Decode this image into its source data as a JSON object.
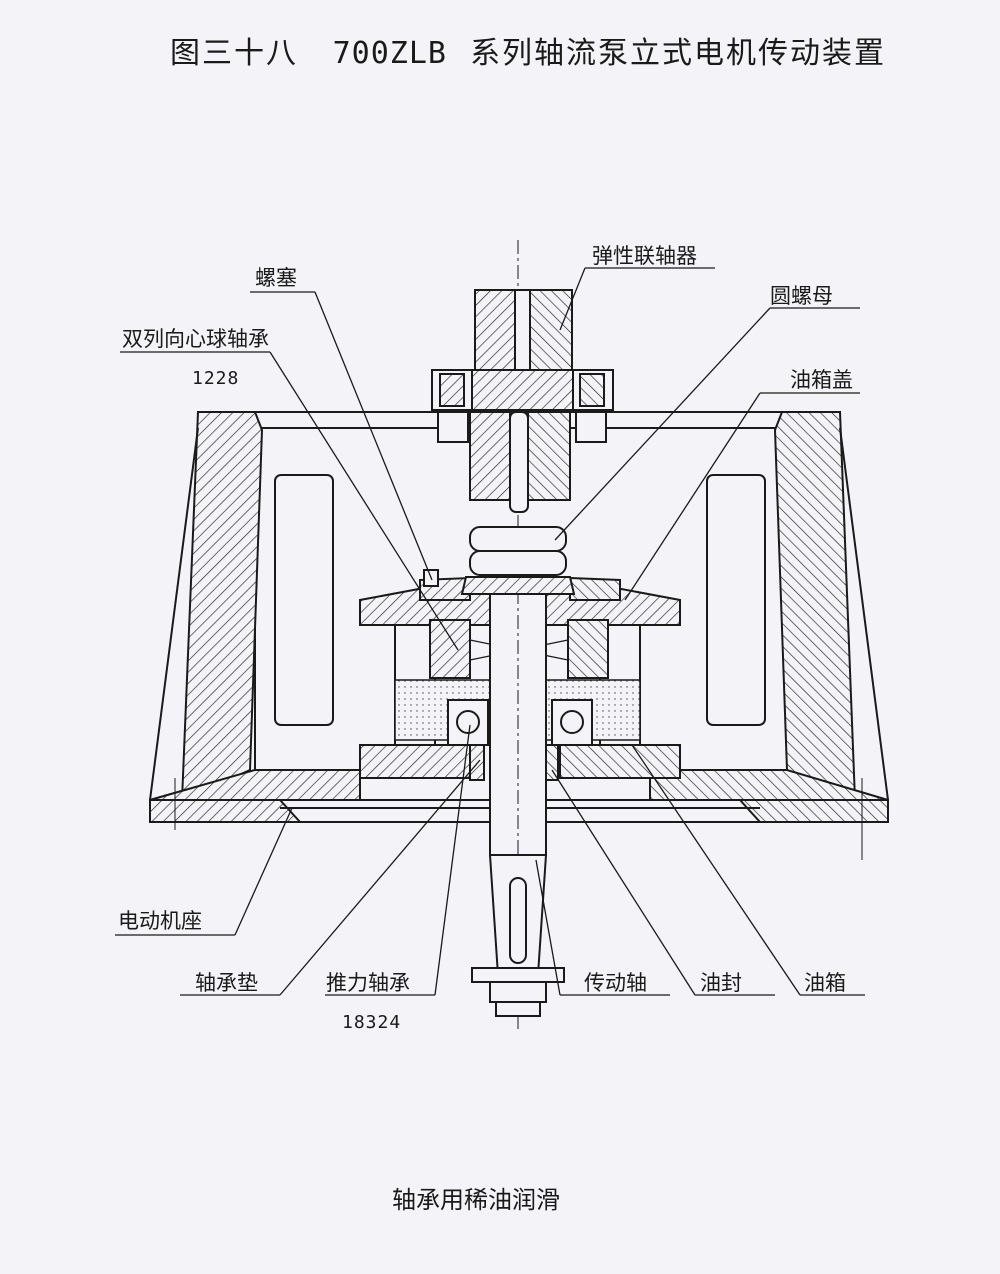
{
  "title": {
    "prefix": "图三十八",
    "model": "700ZLB",
    "text": "系列轴流泵立式电机传动装置"
  },
  "labels": {
    "elastic_coupling": "弹性联轴器",
    "round_nut": "圆螺母",
    "plug_screw": "螺塞",
    "self_aligning_bearing": "双列向心球轴承",
    "self_aligning_bearing_code": "1228",
    "oil_tank_cover": "油箱盖",
    "motor_base": "电动机座",
    "bearing_pad": "轴承垫",
    "thrust_bearing": "推力轴承",
    "thrust_bearing_code": "18324",
    "drive_shaft": "传动轴",
    "oil_seal": "油封",
    "oil_tank": "油箱"
  },
  "caption": "轴承用稀油润滑"
}
